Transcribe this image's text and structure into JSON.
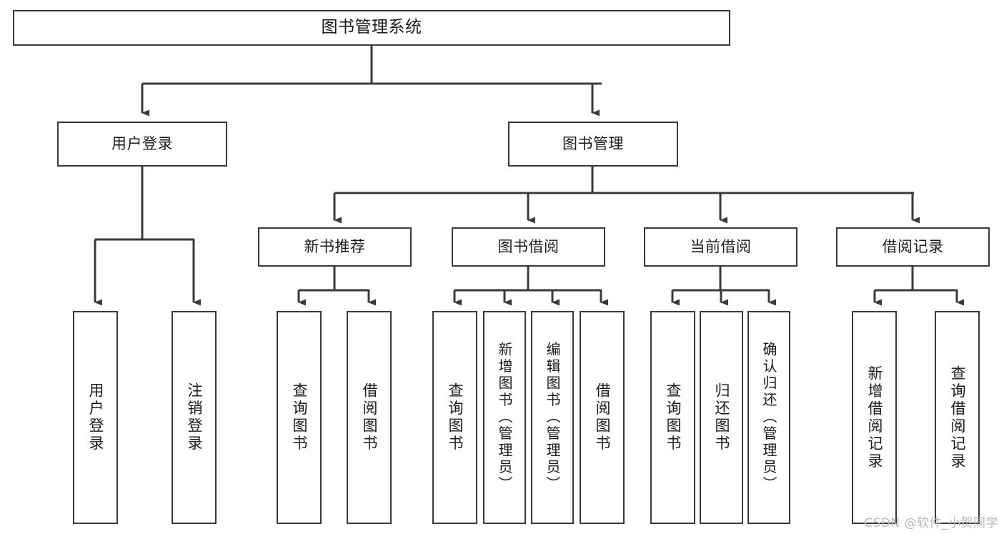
{
  "diagram": {
    "type": "hierarchy-tree",
    "title": "图书管理系统",
    "orientation": "top-down",
    "line_color": "#3a3a3a",
    "box_fill": "#ffffff",
    "text_color": "#1b1b1b"
  },
  "watermark": {
    "text": "CSDN @软件_小贺同学",
    "color": "#b9b9b9"
  },
  "nodes": {
    "root": {
      "label": "图书管理系统",
      "level": 0
    },
    "user_login": {
      "label": "用户登录",
      "level": 1
    },
    "book_manage": {
      "label": "图书管理",
      "level": 1
    },
    "new_book_rec": {
      "label": "新书推荐",
      "level": 2
    },
    "book_borrow": {
      "label": "图书借阅",
      "level": 2
    },
    "current_borrow": {
      "label": "当前借阅",
      "level": 2
    },
    "borrow_record": {
      "label": "借阅记录",
      "level": 2
    },
    "leaf_user_login": {
      "label": "用户登录",
      "level": 3
    },
    "leaf_logout": {
      "label": "注销登录",
      "level": 3
    },
    "leaf_query_book_1": {
      "label": "查询图书",
      "level": 3
    },
    "leaf_borrow_book_1": {
      "label": "借阅图书",
      "level": 3
    },
    "leaf_query_book_2": {
      "label": "查询图书",
      "level": 3
    },
    "leaf_add_book": {
      "label": "新增图书（管理员）",
      "level": 3
    },
    "leaf_edit_book": {
      "label": "编辑图书（管理员）",
      "level": 3
    },
    "leaf_borrow_book_2": {
      "label": "借阅图书",
      "level": 3
    },
    "leaf_query_book_3": {
      "label": "查询图书",
      "level": 3
    },
    "leaf_return_book": {
      "label": "归还图书",
      "level": 3
    },
    "leaf_confirm_return": {
      "label": "确认归还（管理员）",
      "level": 3
    },
    "leaf_add_record": {
      "label": "新增借阅记录",
      "level": 3
    },
    "leaf_query_record": {
      "label": "查询借阅记录",
      "level": 3
    }
  },
  "edges": [
    {
      "from": "root",
      "to": "user_login"
    },
    {
      "from": "root",
      "to": "book_manage"
    },
    {
      "from": "user_login",
      "to": "leaf_user_login"
    },
    {
      "from": "user_login",
      "to": "leaf_logout"
    },
    {
      "from": "book_manage",
      "to": "new_book_rec"
    },
    {
      "from": "book_manage",
      "to": "book_borrow"
    },
    {
      "from": "book_manage",
      "to": "current_borrow"
    },
    {
      "from": "book_manage",
      "to": "borrow_record"
    },
    {
      "from": "new_book_rec",
      "to": "leaf_query_book_1"
    },
    {
      "from": "new_book_rec",
      "to": "leaf_borrow_book_1"
    },
    {
      "from": "book_borrow",
      "to": "leaf_query_book_2"
    },
    {
      "from": "book_borrow",
      "to": "leaf_add_book"
    },
    {
      "from": "book_borrow",
      "to": "leaf_edit_book"
    },
    {
      "from": "book_borrow",
      "to": "leaf_borrow_book_2"
    },
    {
      "from": "current_borrow",
      "to": "leaf_query_book_3"
    },
    {
      "from": "current_borrow",
      "to": "leaf_return_book"
    },
    {
      "from": "current_borrow",
      "to": "leaf_confirm_return"
    },
    {
      "from": "borrow_record",
      "to": "leaf_add_record"
    },
    {
      "from": "borrow_record",
      "to": "leaf_query_record"
    }
  ]
}
